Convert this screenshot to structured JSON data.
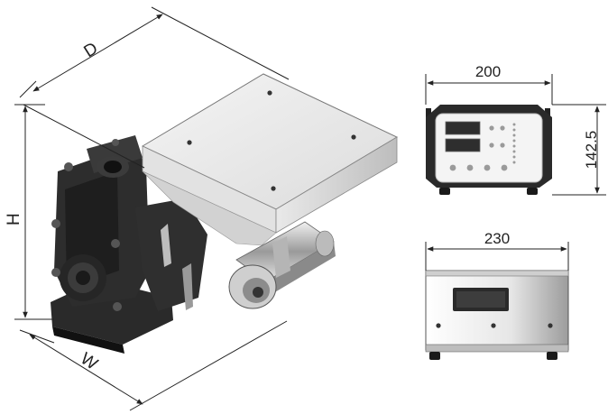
{
  "dimensions": {
    "depth_label": "D",
    "height_label": "H",
    "width_label": "W",
    "controller_front_width": "200",
    "controller_height": "142.5",
    "controller_side_width": "230"
  }
}
